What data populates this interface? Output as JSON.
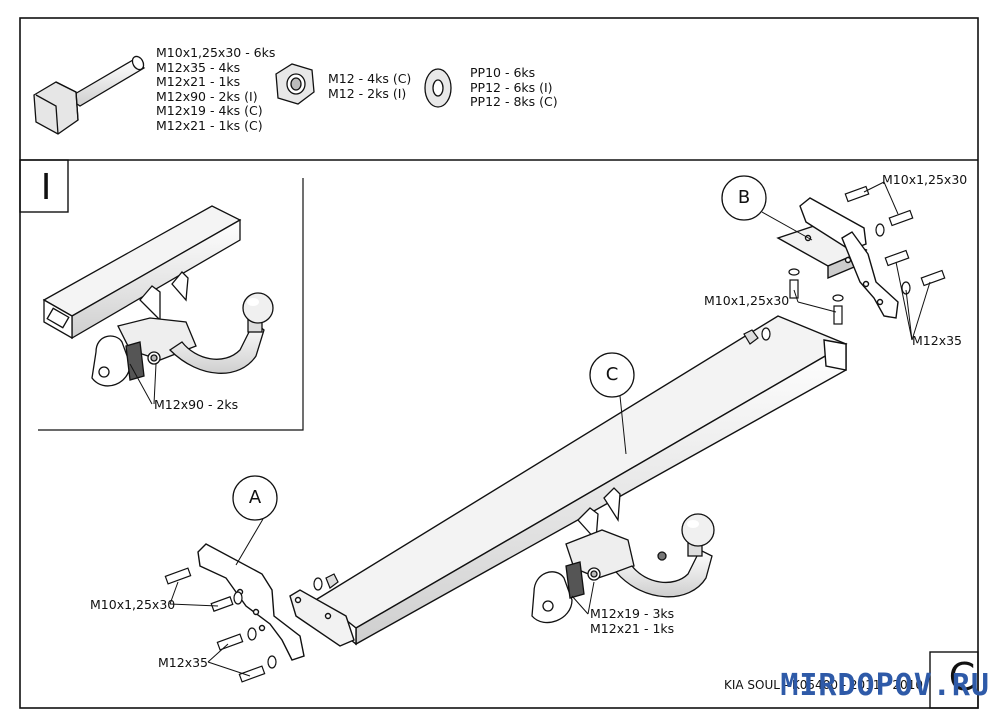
{
  "hardware": {
    "bolts_list": [
      "M10x1,25x30 - 6ks",
      "M12x35 - 4ks",
      "M12x21 - 1ks",
      "M12x90 - 2ks (I)",
      "M12x19 - 4ks (C)",
      "M12x21 - 1ks (C)"
    ],
    "nuts_list": [
      "M12 - 4ks (C)",
      "M12 - 2ks (I)"
    ],
    "washers_list": [
      "PP10 - 6ks",
      "PP12 - 6ks (I)",
      "PP12 - 8ks (C)"
    ]
  },
  "inset": {
    "number": "I",
    "callout": "M12x90 - 2ks"
  },
  "main": {
    "bubbles": {
      "a": "A",
      "b": "B",
      "c": "C"
    },
    "callouts": {
      "b_top": "M10x1,25x30",
      "b_left": "M10x1,25x30",
      "b_right": "M12x35",
      "a_top": "M10x1,25x30",
      "a_bottom": "M12x35",
      "ball": [
        "M12x19 - 3ks",
        "M12x21 - 1ks"
      ]
    }
  },
  "footer": {
    "model_text": "KIA SOUL - K05400 - 2011 - 2010",
    "sheet_letter": "C",
    "watermark": "MIRDOPOV.RU"
  }
}
